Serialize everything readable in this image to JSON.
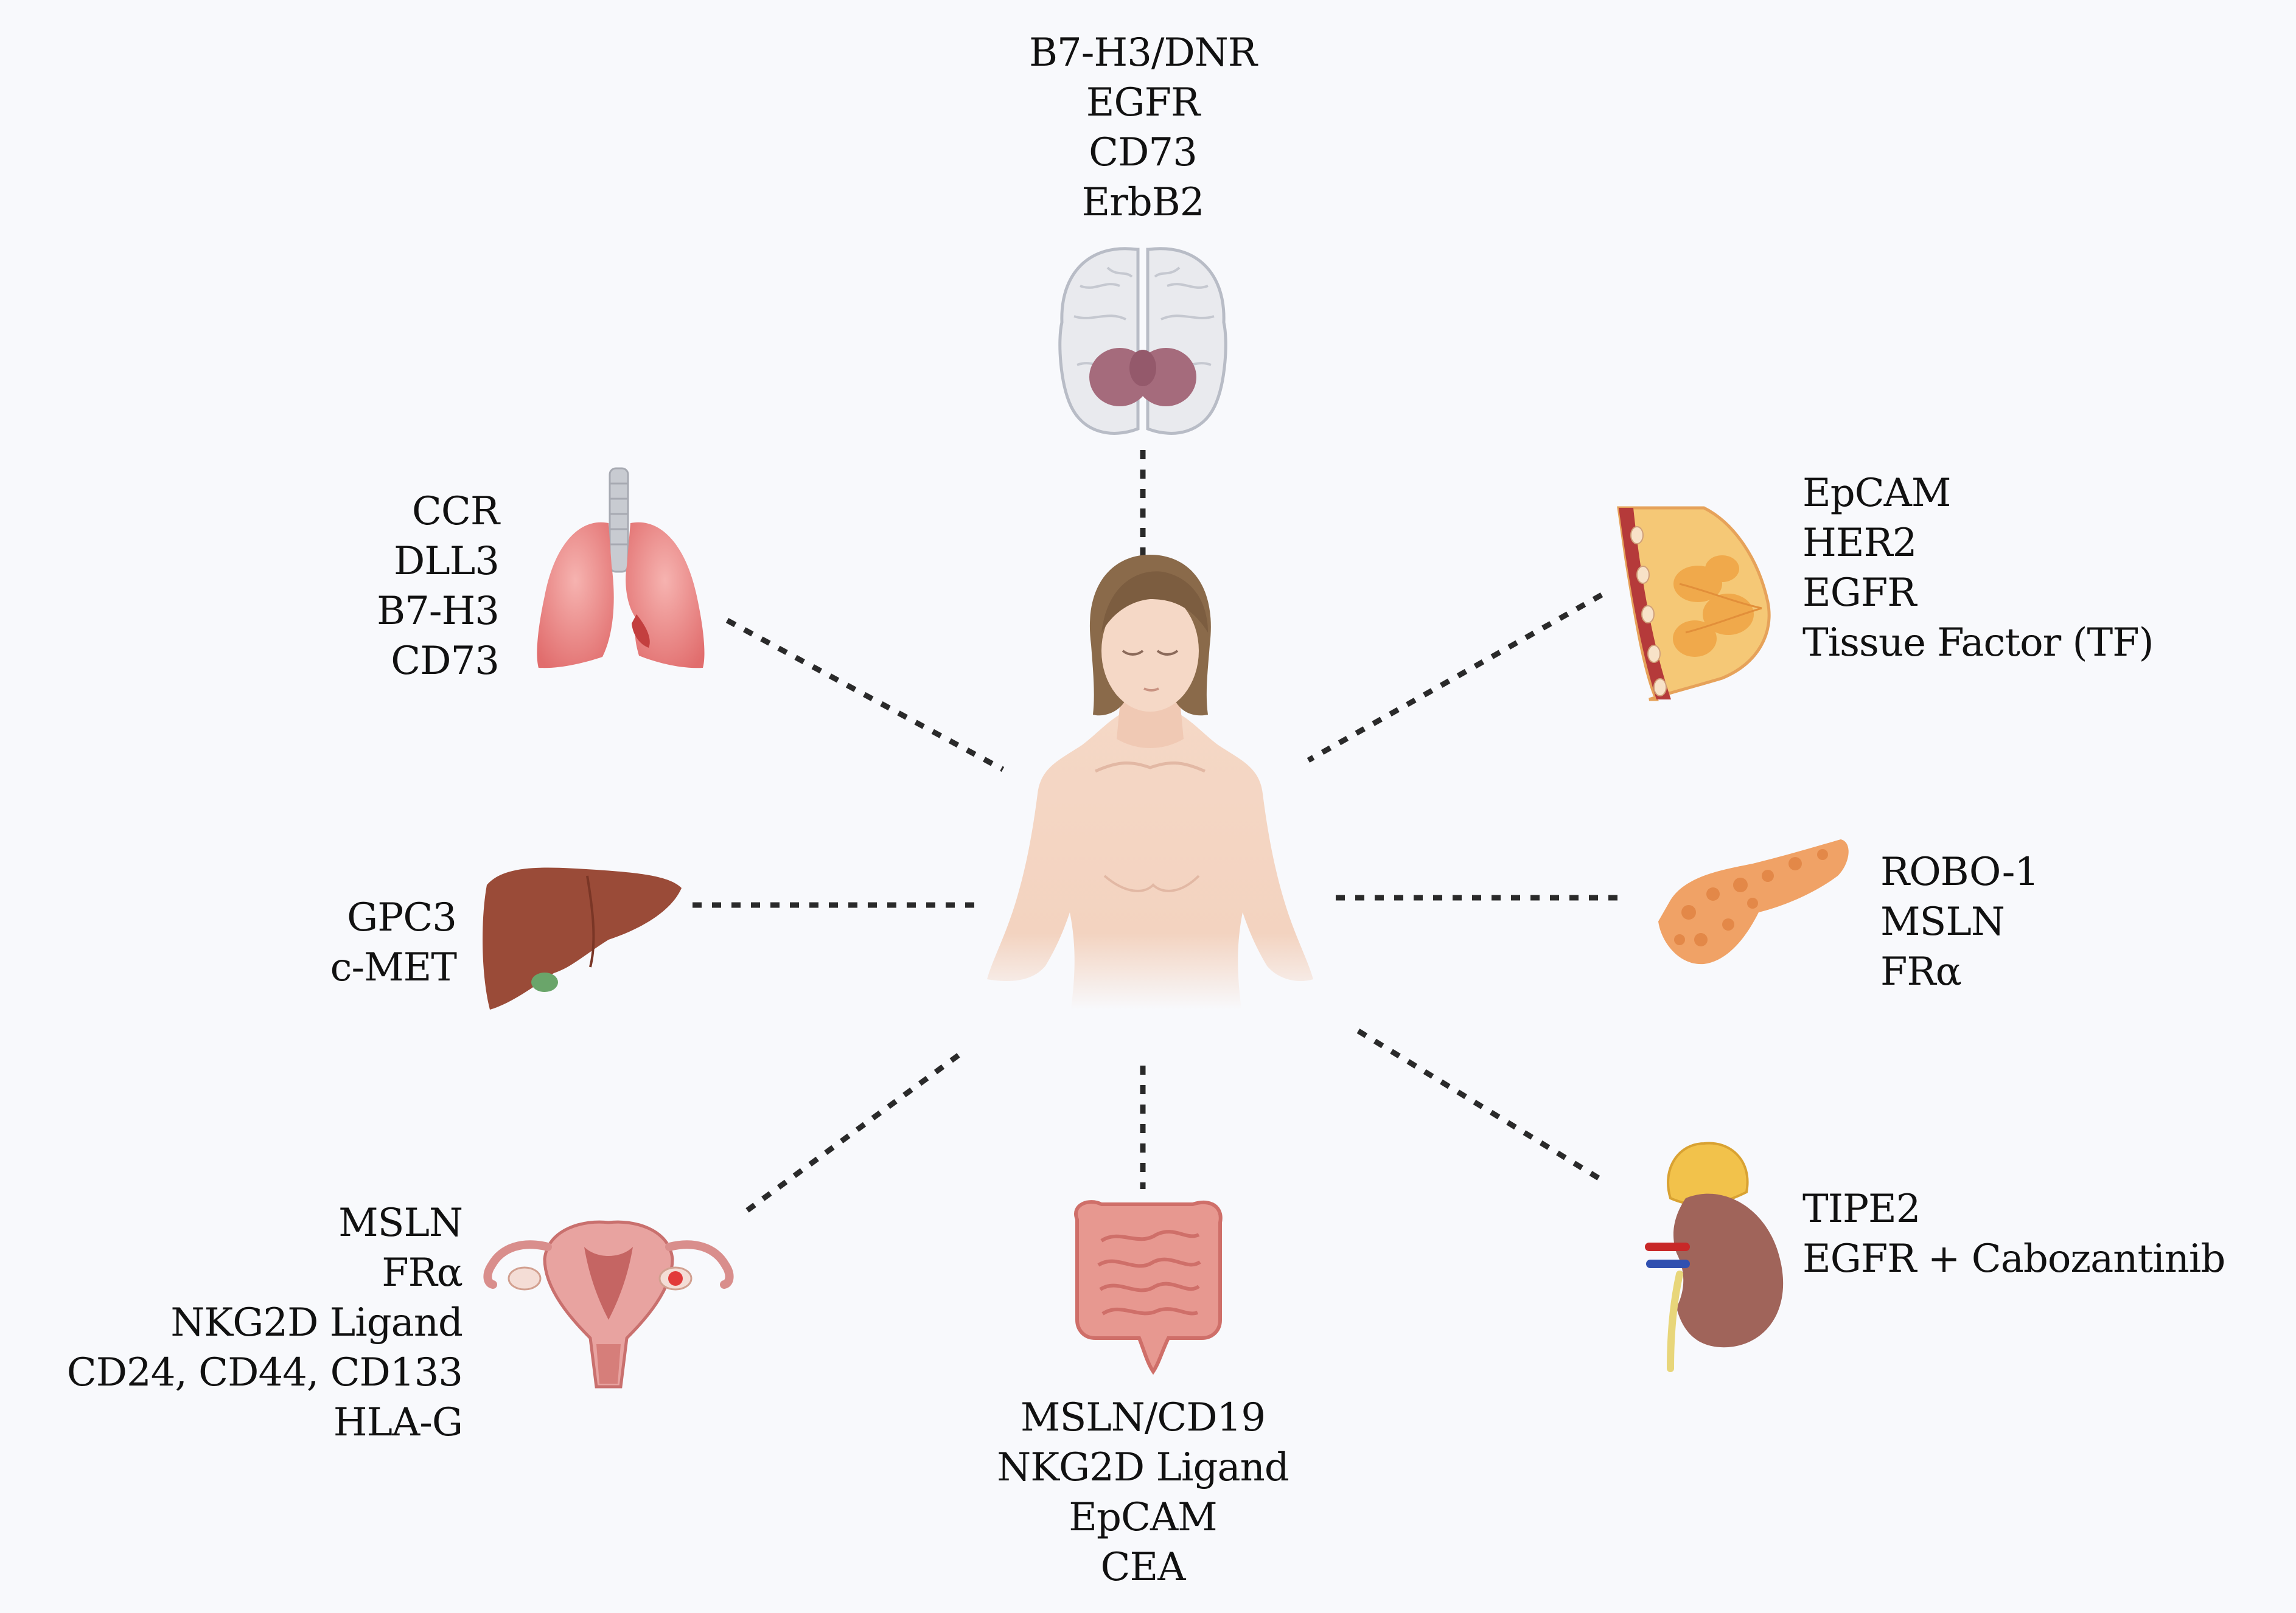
{
  "groups": {
    "brain": {
      "organ": "brain-icon",
      "targets": [
        "B7-H3/DNR",
        "EGFR",
        "CD73",
        "ErbB2"
      ]
    },
    "lung": {
      "organ": "lungs-icon",
      "targets": [
        "CCR",
        "DLL3",
        "B7-H3",
        "CD73"
      ]
    },
    "breast": {
      "organ": "breast-icon",
      "targets": [
        "EpCAM",
        "HER2",
        "EGFR",
        "Tissue Factor (TF)"
      ]
    },
    "liver": {
      "organ": "liver-icon",
      "targets": [
        "GPC3",
        "c-MET"
      ]
    },
    "pancreas": {
      "organ": "pancreas-icon",
      "targets": [
        "ROBO-1",
        "MSLN",
        "FRα"
      ]
    },
    "ovary": {
      "organ": "uterus-ovaries-icon",
      "targets": [
        "MSLN",
        "FRα",
        "NKG2D Ligand",
        "CD24, CD44, CD133",
        "HLA-G"
      ]
    },
    "colon": {
      "organ": "intestines-icon",
      "targets": [
        "MSLN/CD19",
        "NKG2D Ligand",
        "EpCAM",
        "CEA"
      ]
    },
    "kidney": {
      "organ": "kidney-icon",
      "targets": [
        "TIPE2",
        "EGFR + Cabozantinib"
      ]
    }
  },
  "center": {
    "figure": "human-figure-icon"
  },
  "colors": {
    "background": "#f8f9fc",
    "text": "#111111",
    "connector": "#2a2a2a",
    "skin": "#f3d3c0",
    "hair": "#8a6a4a",
    "lung": "#e98585",
    "liver": "#9a4b38",
    "pancreas": "#f0a266",
    "kidney": "#a0645a",
    "intestine": "#e79890",
    "brain": "#e9eaee",
    "cerebellum": "#a56b7c",
    "uterus": "#e8a3a0",
    "breast": "#f5c876"
  }
}
